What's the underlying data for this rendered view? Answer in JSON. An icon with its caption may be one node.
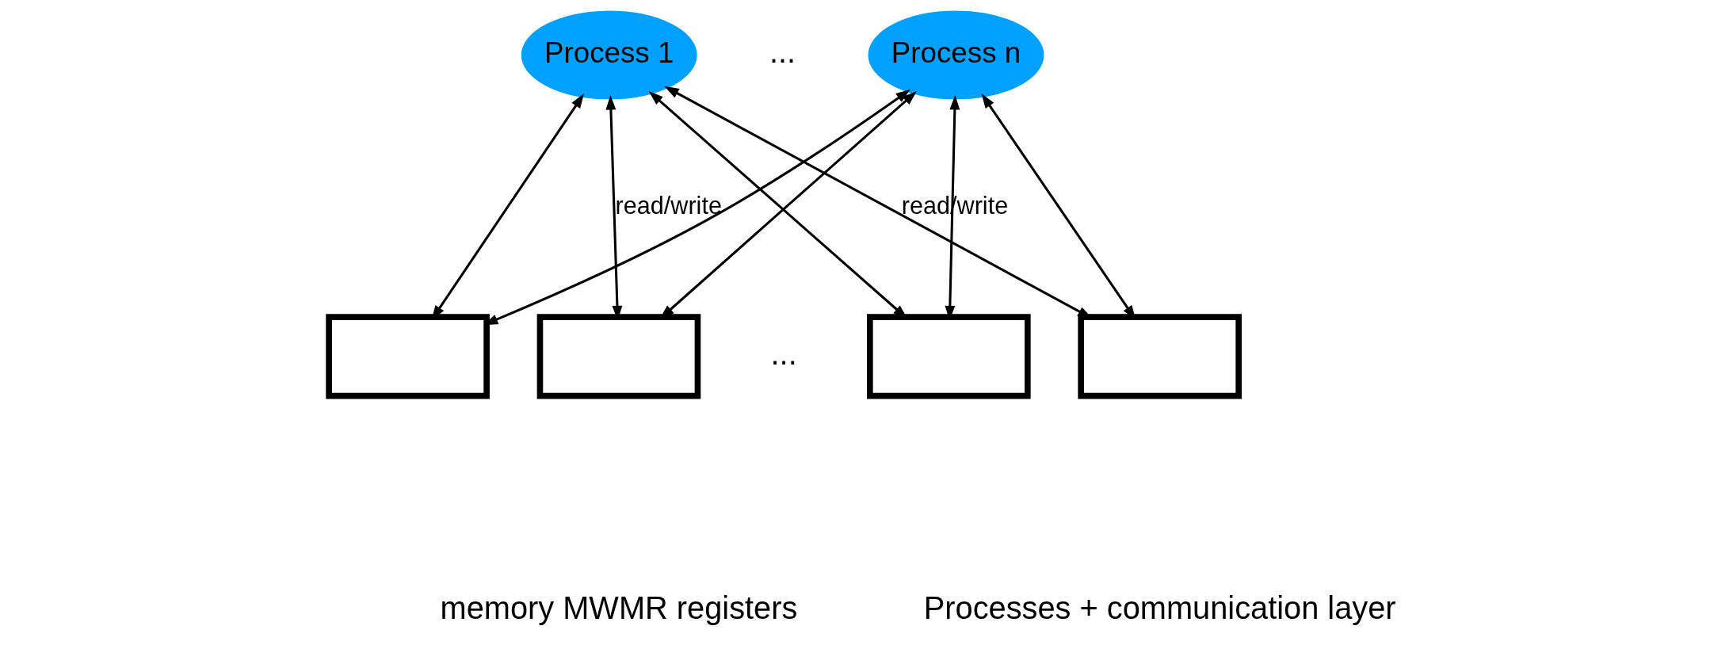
{
  "diagram": {
    "nodes": [
      {
        "text": [
          "Process 1"
        ]
      },
      {
        "text": [
          "Process n"
        ]
      },
      {
        "text": [],
        "shape": "box"
      },
      {
        "text": [],
        "shape": "box"
      },
      {
        "text": [],
        "shape": "box"
      },
      {
        "text": [],
        "shape": "box"
      }
    ],
    "edges": [
      {
        "from": 0,
        "to": 2,
        "arrow": "both"
      },
      {
        "from": 0,
        "to": 3,
        "arrow": "both",
        "label": "read/write"
      },
      {
        "from": 0,
        "to": 4,
        "arrow": "both"
      },
      {
        "from": 0,
        "to": 5,
        "arrow": "both",
        "label": "read/write"
      },
      {
        "from": 1,
        "to": 2,
        "arrow": "both"
      },
      {
        "from": 1,
        "to": 3,
        "arrow": "both"
      },
      {
        "from": 1,
        "to": 4,
        "arrow": "both"
      },
      {
        "from": 1,
        "to": 5,
        "arrow": "both"
      }
    ],
    "labels": [
      "...",
      "...",
      "memory MWMR registers",
      "Processes + communication layer"
    ]
  }
}
